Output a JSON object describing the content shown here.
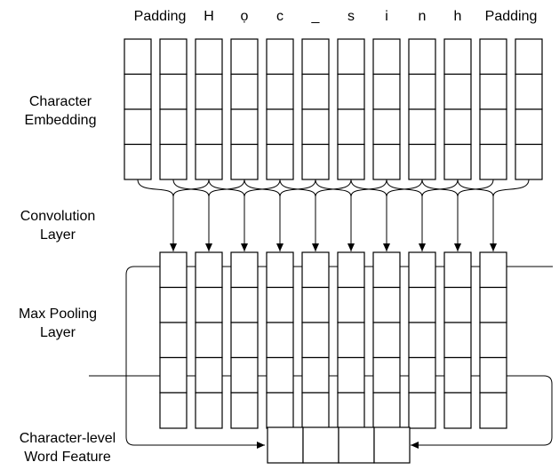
{
  "tokens": [
    "Padding",
    "H",
    "ọ",
    "c",
    "_",
    "s",
    "i",
    "n",
    "h",
    "Padding"
  ],
  "labels": {
    "character_embedding": [
      "Character",
      "Embedding"
    ],
    "convolution_layer": [
      "Convolution",
      "Layer"
    ],
    "max_pooling_layer": [
      "Max Pooling",
      "Layer"
    ],
    "char_word_feature": [
      "Character-level",
      "Word Feature"
    ]
  },
  "colors": {
    "stroke": "#000000",
    "background": "#ffffff"
  }
}
